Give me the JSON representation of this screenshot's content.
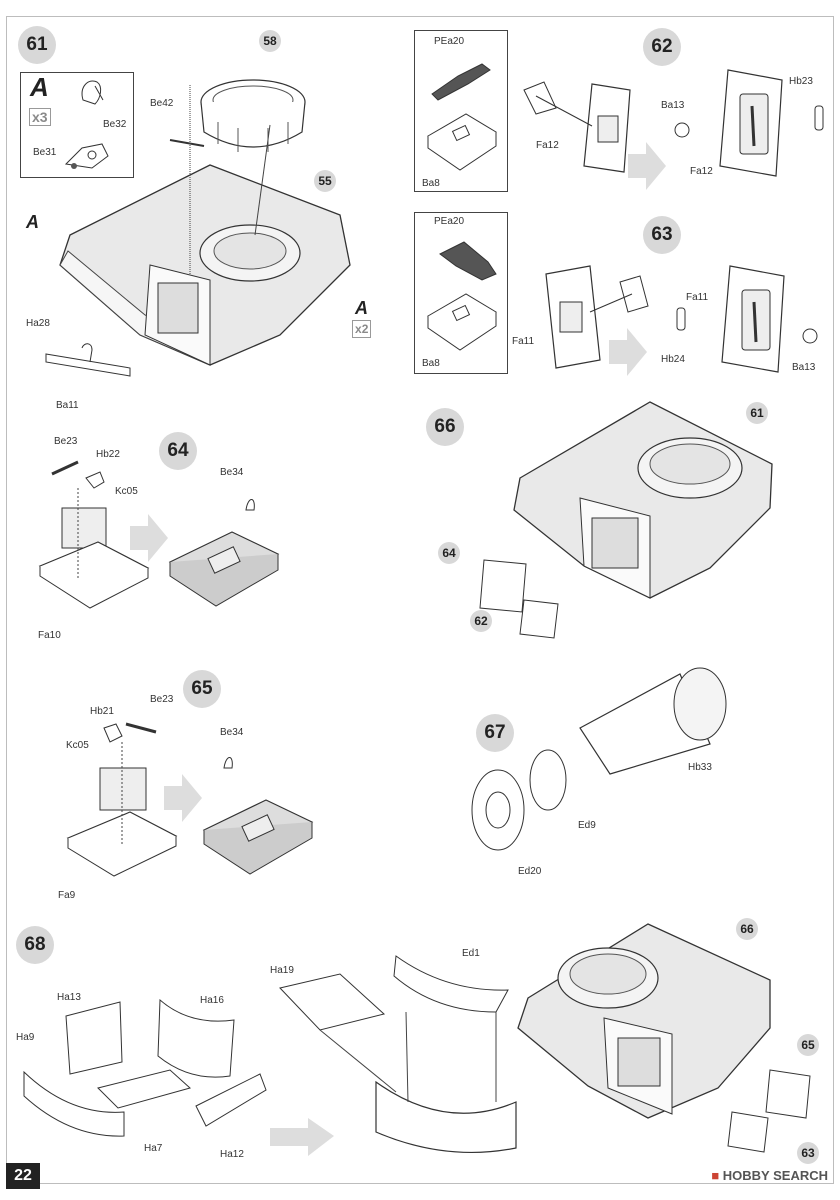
{
  "page": {
    "number": "22"
  },
  "watermark": {
    "text": "HOBBY SEARCH",
    "brand_color": "#cc4433"
  },
  "steps": {
    "s61": {
      "num": "61",
      "parts": {
        "p58": "58",
        "be42": "Be42",
        "p55": "55",
        "ha28": "Ha28",
        "ba11": "Ba11",
        "be32": "Be32",
        "be31": "Be31"
      },
      "subA": {
        "letter": "A",
        "count": "3"
      },
      "markA1": "A",
      "markA2": "A",
      "markA2_count": "2"
    },
    "s62": {
      "num": "62",
      "parts": {
        "pea20": "PEa20",
        "ba8": "Ba8",
        "fa12a": "Fa12",
        "ba13": "Ba13",
        "hb23": "Hb23",
        "fa12b": "Fa12"
      }
    },
    "s63": {
      "num": "63",
      "parts": {
        "pea20": "PEa20",
        "ba8": "Ba8",
        "fa11a": "Fa11",
        "fa11b": "Fa11",
        "hb24": "Hb24",
        "ba13": "Ba13"
      }
    },
    "s64": {
      "num": "64",
      "parts": {
        "be23": "Be23",
        "hb22": "Hb22",
        "kc05": "Kc05",
        "fa10": "Fa10",
        "be34": "Be34"
      }
    },
    "s65": {
      "num": "65",
      "parts": {
        "hb21": "Hb21",
        "be23": "Be23",
        "kc05": "Kc05",
        "fa9": "Fa9",
        "be34": "Be34"
      }
    },
    "s66": {
      "num": "66",
      "refs": {
        "r61": "61",
        "r64": "64",
        "r62": "62"
      }
    },
    "s67": {
      "num": "67",
      "parts": {
        "hb33": "Hb33",
        "ed9": "Ed9",
        "ed20": "Ed20"
      }
    },
    "s68": {
      "num": "68",
      "parts": {
        "ha13": "Ha13",
        "ha16": "Ha16",
        "ha9": "Ha9",
        "ha7": "Ha7",
        "ha12": "Ha12",
        "ha19": "Ha19",
        "ed1": "Ed1"
      },
      "refs": {
        "r66": "66",
        "r65": "65",
        "r63": "63"
      }
    }
  }
}
